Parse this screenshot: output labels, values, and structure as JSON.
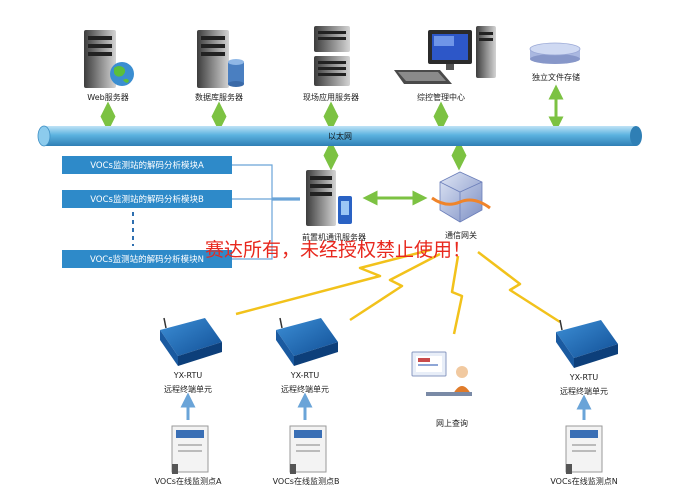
{
  "servers": {
    "web": "Web服务器",
    "database": "数据库服务器",
    "app": "现场应用服务器",
    "monitor": "综控管理中心",
    "storage": "独立文件存储"
  },
  "bus_label": "以太网",
  "modules": [
    "VOCs监测站的解码分析模块A",
    "VOCs监测站的解码分析模块B",
    "VOCs监测站的解码分析模块N"
  ],
  "front_server": "前置机通讯服务器",
  "gateway": "通信网关",
  "watermark": "赛达所有，未经授权禁止使用！",
  "rtu_model": "YX-RTU",
  "rtu_label": "远程终端单元",
  "query_label": "网上查询",
  "stations": [
    "VOCs在线监测点A",
    "VOCs在线监测点B",
    "VOCs在线监测点N"
  ],
  "colors": {
    "bus": "#4aa8d8",
    "arrow_green": "#7cc242",
    "arrow_blue": "#6aa4d8",
    "module_bg": "#2e8ac9",
    "lightning": "#f2c21b",
    "watermark": "#e8281e"
  }
}
